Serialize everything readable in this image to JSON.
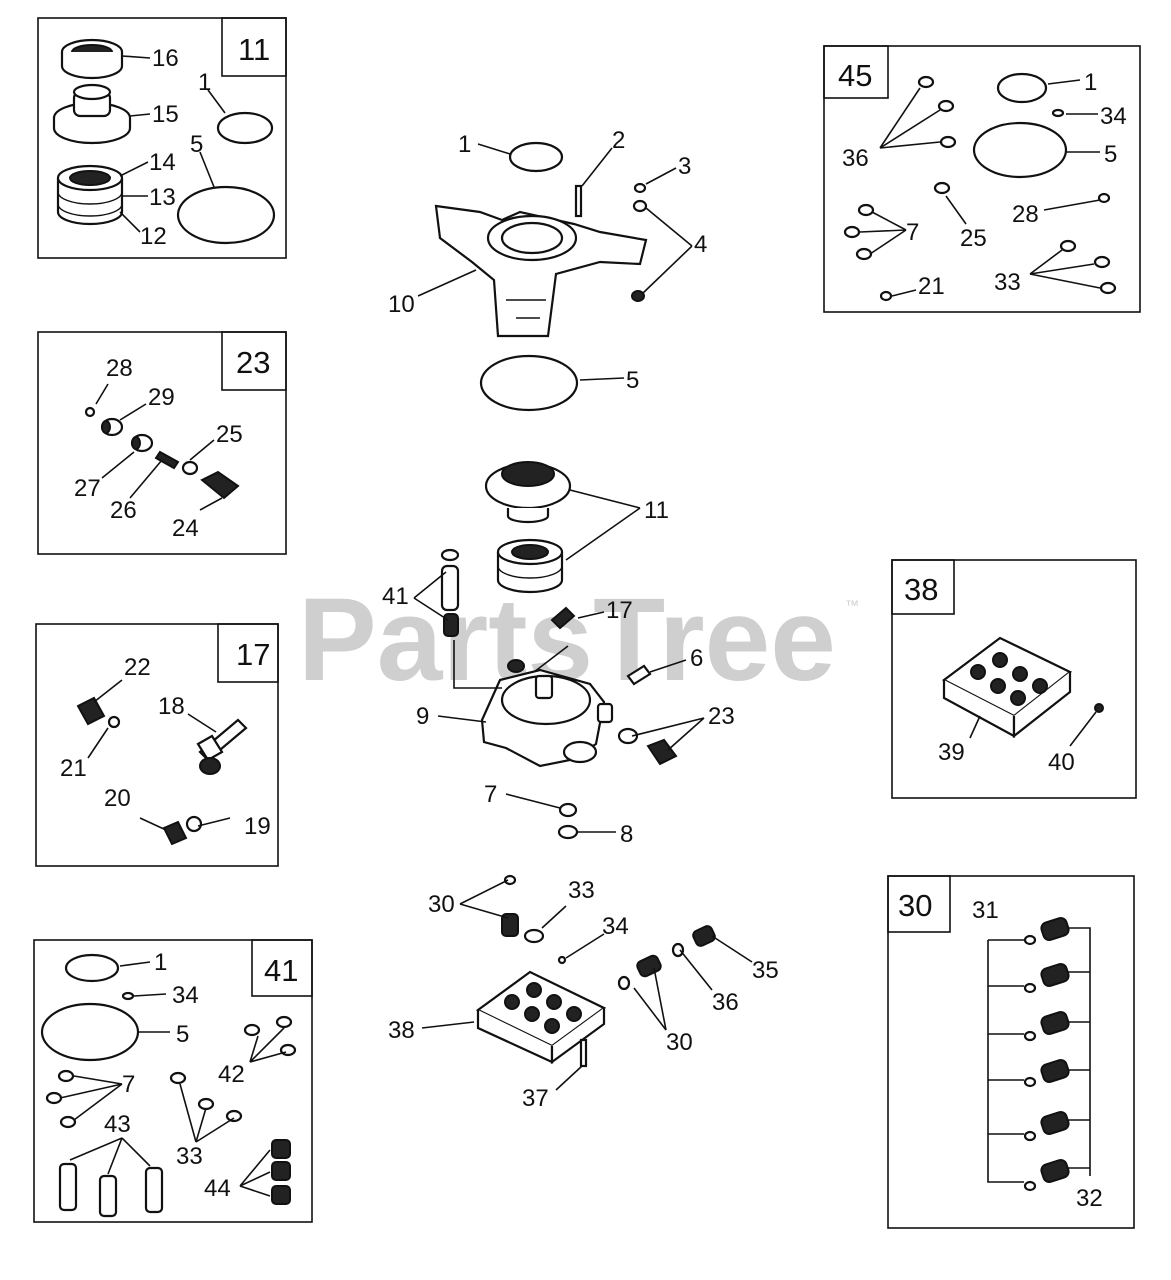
{
  "watermark": {
    "text": "PartsTree",
    "trademark": "™"
  },
  "boxes": {
    "b11": "11",
    "b23": "23",
    "b17": "17",
    "b41": "41",
    "b45": "45",
    "b38": "38",
    "b30": "30"
  },
  "callouts": {
    "k11_16": "16",
    "k11_15": "15",
    "k11_14": "14",
    "k11_13": "13",
    "k11_12": "12",
    "k11_1": "1",
    "k11_5": "5",
    "k23_28": "28",
    "k23_29": "29",
    "k23_25": "25",
    "k23_27": "27",
    "k23_26": "26",
    "k23_24": "24",
    "k17_22": "22",
    "k17_18": "18",
    "k17_21": "21",
    "k17_20": "20",
    "k17_19": "19",
    "k41_1": "1",
    "k41_34": "34",
    "k41_5": "5",
    "k41_42": "42",
    "k41_7": "7",
    "k41_43": "43",
    "k41_33": "33",
    "k41_44": "44",
    "k45_1": "1",
    "k45_34": "34",
    "k45_36": "36",
    "k45_5": "5",
    "k45_28": "28",
    "k45_7": "7",
    "k45_25": "25",
    "k45_33": "33",
    "k45_21": "21",
    "k38_39": "39",
    "k38_40": "40",
    "k30_31": "31",
    "k30_32": "32",
    "m_1": "1",
    "m_2": "2",
    "m_3": "3",
    "m_4": "4",
    "m_10": "10",
    "m_5": "5",
    "m_11": "11",
    "m_41": "41",
    "m_17": "17",
    "m_6": "6",
    "m_9": "9",
    "m_23": "23",
    "m_7": "7",
    "m_8": "8",
    "m_30a": "30",
    "m_33": "33",
    "m_34": "34",
    "m_35": "35",
    "m_36": "36",
    "m_38": "38",
    "m_30b": "30",
    "m_37": "37"
  }
}
